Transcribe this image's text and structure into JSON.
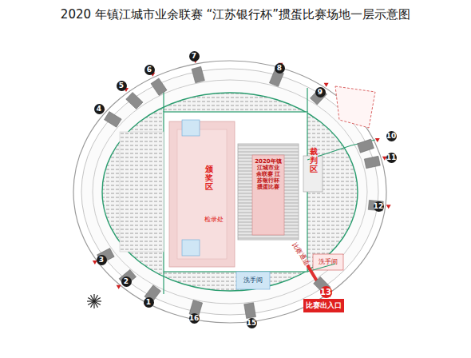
{
  "diagram": {
    "title": "2020 年镇江城市业余联赛 “江苏银行杯”掼蛋比赛场地一层示意图",
    "nodes": [
      {
        "text": [
          "2020年镇江城市业余联赛 江苏银行杯 掼蛋比赛"
        ]
      },
      {
        "text": [
          "比赛出入口"
        ]
      }
    ],
    "labels": [
      "1",
      "2",
      "3",
      "4",
      "5",
      "6",
      "7",
      "8",
      "9",
      "10",
      "11",
      "12",
      "13",
      "15",
      "16",
      "洗手间",
      "洗手间",
      "颁奖区",
      "检录处",
      "裁判区",
      "比赛通道"
    ]
  }
}
